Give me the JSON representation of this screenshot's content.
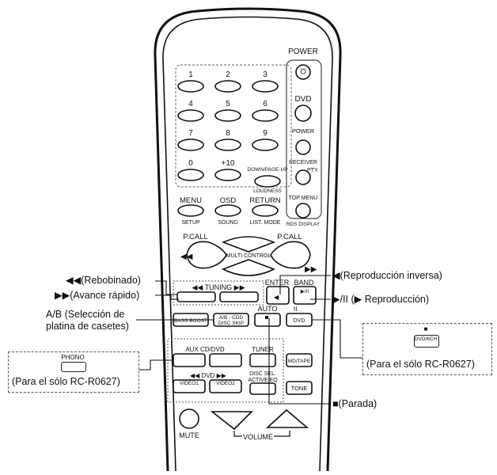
{
  "remote": {
    "top_buttons": {
      "power": "POWER",
      "dvd": "DVD",
      "dvd_power": "POWER",
      "receiver": "RECEIVER",
      "pty": "PTY"
    },
    "numpad": [
      "1",
      "2",
      "3",
      "4",
      "5",
      "6",
      "7",
      "8",
      "9",
      "0",
      "+10"
    ],
    "mid_labels": {
      "down_page_up": "DOWN/PAGE-UP",
      "loudness": "LOUDNESS",
      "top_menu": "TOP MENU",
      "rds_display": "RDS DISPLAY",
      "menu": "MENU",
      "setup": "SETUP",
      "osd": "OSD",
      "sound": "SOUND",
      "return": "RETURN",
      "listen_mode": "LIST. MODE",
      "p_call_left": "P.CALL",
      "p_call_right": "P.CALL",
      "multi_control": "MULTI CONTROL"
    },
    "transport": {
      "tuning": "◀◀  TUNING  ▶▶",
      "enter": "ENTER",
      "band": "BAND",
      "band_sub": "▶/II",
      "bass_boost": "BASS BOOST",
      "ab_cd": "A/B - CDD",
      "disc_skip": "DISC SKIP",
      "auto": "AUTO",
      "dvd": "DVD",
      "pause_mark": "II"
    },
    "source": {
      "aux_cd_dvd": "AUX  CD/DVD",
      "tuner": "TUNER",
      "mdtape": "MD/TAPE",
      "dvd_row": "◀◀  DVD  ▶▶",
      "video1": "VIDEO1",
      "video2": "VIDEO2",
      "disc_sel": "DISC SEL.",
      "active_eq": "ACTIVE EQ",
      "tone": "TONE",
      "mute": "MUTE",
      "volume": "VOLUME"
    }
  },
  "callouts": {
    "rew": "◀◀(Rebobinado)",
    "ff": "▶▶(Avance rápido)",
    "ab_line1": "A/B (Selección de",
    "ab_line2": "platina de casetes)",
    "reverse": "◀(Reproducción inversa)",
    "play": "▶/II (▶ Reproducción)",
    "stop": "■(Parada)"
  },
  "inset_left": {
    "button": "PHONO",
    "caption": "(Para el sólo RC-R0627)"
  },
  "inset_right": {
    "mark": "■",
    "button": "DVD/6CH",
    "caption": "(Para el sólo RC-R0627)"
  }
}
